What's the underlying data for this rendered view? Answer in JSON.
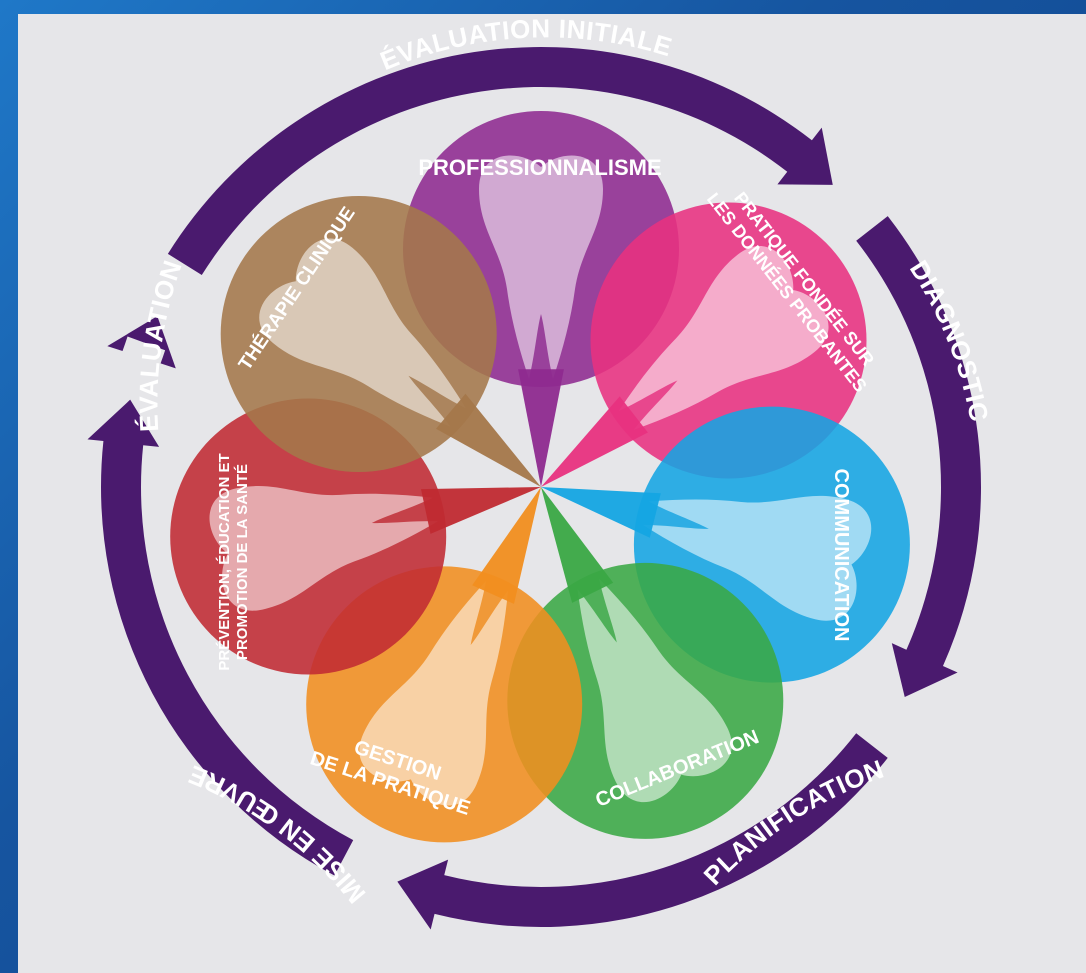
{
  "colors": {
    "background": "#e6e6e9",
    "ring": "#4a1a6e",
    "professionnalisme": "#8e2a8f",
    "pratique": "#e8317f",
    "communication": "#14a5e3",
    "collaboration": "#3aa844",
    "gestion": "#f18e1f",
    "prevention": "#c02a32",
    "therapie": "#a4774a"
  },
  "ring": {
    "evaluation_initiale": "ÉVALUATION INITIALE",
    "diagnostic": "DIAGNOSTIC",
    "planification": "PLANIFICATION",
    "mise_en_oeuvre": "MISE EN ŒUVRE",
    "evaluation": "ÉVALUATION"
  },
  "petals": {
    "professionnalisme": "PROFESSIONNALISME",
    "pratique_line1": "PRATIQUE FONDÉE SUR",
    "pratique_line2": "LES DONNÉES PROBANTES",
    "communication": "COMMUNICATION",
    "collaboration": "COLLABORATION",
    "gestion_line1": "GESTION",
    "gestion_line2": "DE LA PRATIQUE",
    "prevention_line1": "PRÉVENTION, ÉDUCATION ET",
    "prevention_line2": "PROMOTION DE LA SANTÉ",
    "therapie": "THÉRAPIE CLINIQUE"
  }
}
